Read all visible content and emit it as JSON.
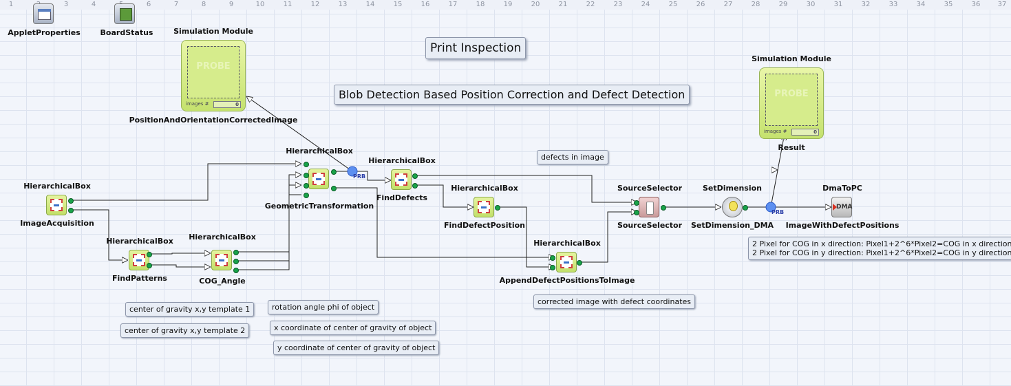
{
  "ruler": [
    "1",
    "2",
    "3",
    "4",
    "5",
    "6",
    "7",
    "8",
    "9",
    "10",
    "11",
    "12",
    "13",
    "14",
    "15",
    "16",
    "17",
    "18",
    "19",
    "20",
    "21",
    "22",
    "23",
    "24",
    "25",
    "26",
    "27",
    "28",
    "29",
    "30",
    "31",
    "32",
    "33",
    "34",
    "35",
    "36",
    "37"
  ],
  "titles": {
    "main": "Print Inspection",
    "sub": "Blob Detection Based Position Correction and Defect Detection"
  },
  "toolbar_icons": {
    "applet": "AppletProperties",
    "board": "BoardStatus"
  },
  "probe1": {
    "header": "Simulation Module",
    "name": "PositionAndOrientationCorrectedImage",
    "watermark": "PROBE",
    "images_label": "images #",
    "images_count": "0"
  },
  "probe2": {
    "header": "Simulation Module",
    "name": "Result",
    "watermark": "PROBE",
    "images_label": "images #",
    "images_count": "0"
  },
  "modules": {
    "acq": {
      "type": "HierarchicalBox",
      "name": "ImageAcquisition"
    },
    "pat": {
      "type": "HierarchicalBox",
      "name": "FindPatterns"
    },
    "cog": {
      "type": "HierarchicalBox",
      "name": "COG_Angle"
    },
    "geo": {
      "type": "HierarchicalBox",
      "name": "GeometricTransformation"
    },
    "fdef": {
      "type": "HierarchicalBox",
      "name": "FindDefects"
    },
    "fpos": {
      "type": "HierarchicalBox",
      "name": "FindDefectPosition"
    },
    "app": {
      "type": "HierarchicalBox",
      "name": "AppendDefectPositionsToImage"
    },
    "src": {
      "type": "SourceSelector",
      "name": "SourceSelector"
    },
    "dim": {
      "type": "SetDimension",
      "name": "SetDimension_DMA"
    },
    "dma": {
      "type": "DmaToPC",
      "name": "ImageWithDefectPositions"
    }
  },
  "prb_label": "PRB",
  "dma_icon_text": "DMA",
  "notes": {
    "defects": "defects in image",
    "cog1": "center of gravity x,y template 1",
    "cog2": "center of gravity x,y template 2",
    "rot": "rotation angle phi of object",
    "xc": "x coordinate of center of gravity of object",
    "yc": "y coordinate of center of gravity of object",
    "corr": "corrected image with defect coordinates",
    "dma1": "2 Pixel for COG in x direction: Pixel1+2^6*Pixel2=COG in x direction",
    "dma2": "2 Pixel for COG in y direction: Pixel1+2^6*Pixel2=COG in y direction"
  },
  "colors": {
    "grid_bg": "#f2f5fb",
    "module_green": "#c2e06a",
    "port_green": "#19a34a",
    "prb_blue": "#4f7fe8"
  }
}
